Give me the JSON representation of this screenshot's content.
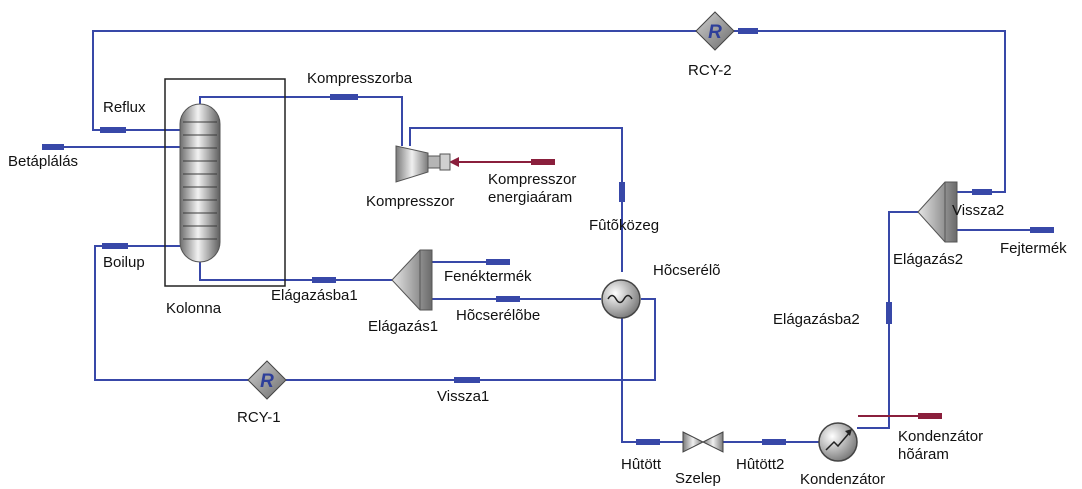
{
  "labels": {
    "betaplalas": "Betáplálás",
    "reflux": "Reflux",
    "boilup": "Boilup",
    "kolonna": "Kolonna",
    "kompresszorba": "Kompresszorba",
    "kompresszor": "Kompresszor",
    "kompresszor_energia_1": "Kompresszor",
    "kompresszor_energia_2": "energiaáram",
    "futokozeg": "Fûtõközeg",
    "hocserelo": "Hõcserélõ",
    "fenektermek": "Fenéktermék",
    "elagazasba1": "Elágazásba1",
    "elagazas1": "Elágazás1",
    "hocserelobe": "Hõcserélõbe",
    "vissza1": "Vissza1",
    "rcy1": "RCY-1",
    "rcy2": "RCY-2",
    "vissza2": "Vissza2",
    "fejtermek": "Fejtermék",
    "elagazas2": "Elágazás2",
    "elagazasba2": "Elágazásba2",
    "hutott": "Hûtött",
    "szelep": "Szelep",
    "hutott2": "Hûtött2",
    "kondenzator": "Kondenzátor",
    "kondenzator_hoaram_1": "Kondenzátor",
    "kondenzator_hoaram_2": "hõáram",
    "recycle_symbol": "R"
  },
  "colors": {
    "material_stream": "#3848a8",
    "energy_stream": "#8a1f3c",
    "equipment": "#8c8c8c",
    "recycle_symbol": "#2e3f9a"
  }
}
